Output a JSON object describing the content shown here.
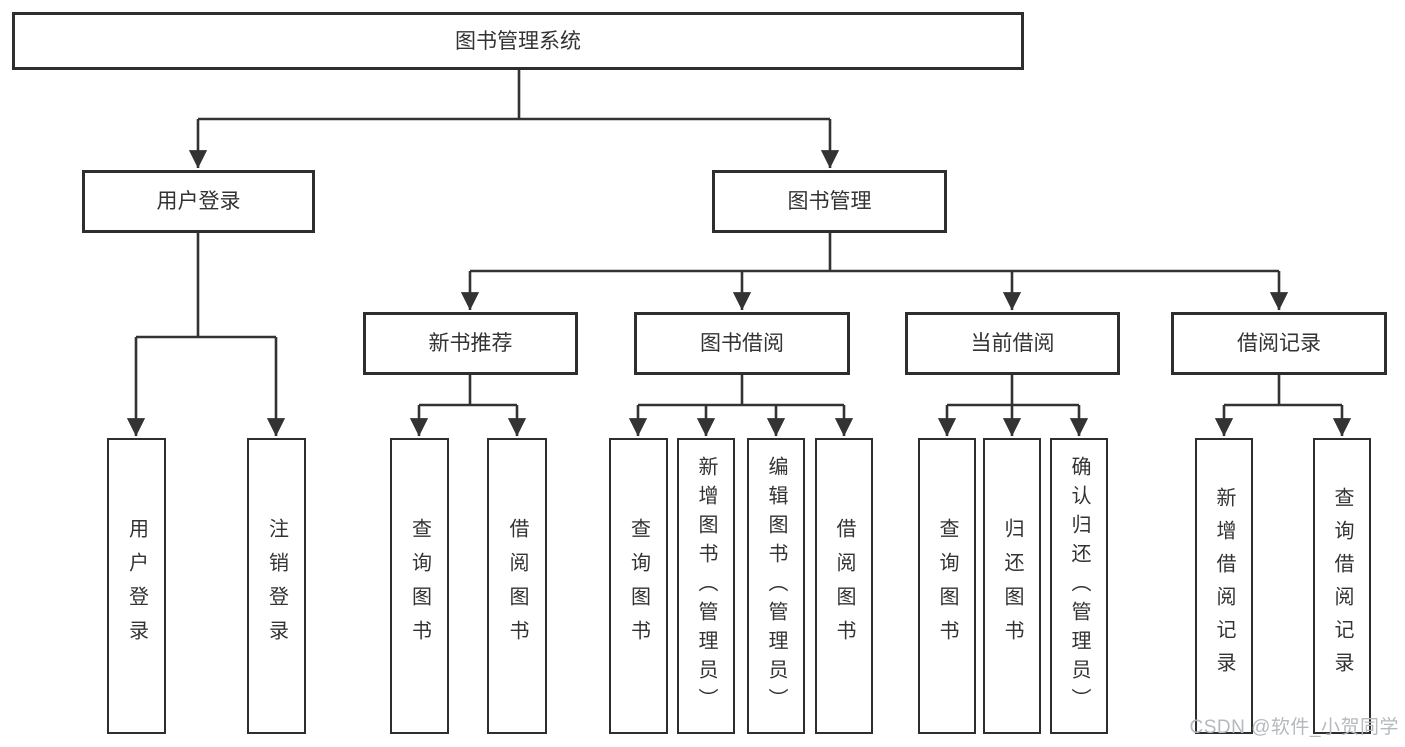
{
  "diagram_type": "hierarchy-functional-structure",
  "tree": {
    "label": "图书管理系统",
    "children": [
      {
        "label": "用户登录",
        "children": [
          {
            "label": "用户登录"
          },
          {
            "label": "注销登录"
          }
        ]
      },
      {
        "label": "图书管理",
        "children": [
          {
            "label": "新书推荐",
            "children": [
              {
                "label": "查询图书"
              },
              {
                "label": "借阅图书"
              }
            ]
          },
          {
            "label": "图书借阅",
            "children": [
              {
                "label": "查询图书"
              },
              {
                "label": "新增图书（管理员）"
              },
              {
                "label": "编辑图书（管理员）"
              },
              {
                "label": "借阅图书"
              }
            ]
          },
          {
            "label": "当前借阅",
            "children": [
              {
                "label": "查询图书"
              },
              {
                "label": "归还图书"
              },
              {
                "label": "确认归还（管理员）"
              }
            ]
          },
          {
            "label": "借阅记录",
            "children": [
              {
                "label": "新增借阅记录"
              },
              {
                "label": "查询借阅记录"
              }
            ]
          }
        ]
      }
    ]
  },
  "watermark": "CSDN @软件_小贺同学",
  "colors": {
    "line": "#333333",
    "box_border": "#2e2e2e",
    "box_fill": "#ffffff",
    "text": "#333333",
    "watermark": "#b5b9bf",
    "background": "#ffffff"
  }
}
